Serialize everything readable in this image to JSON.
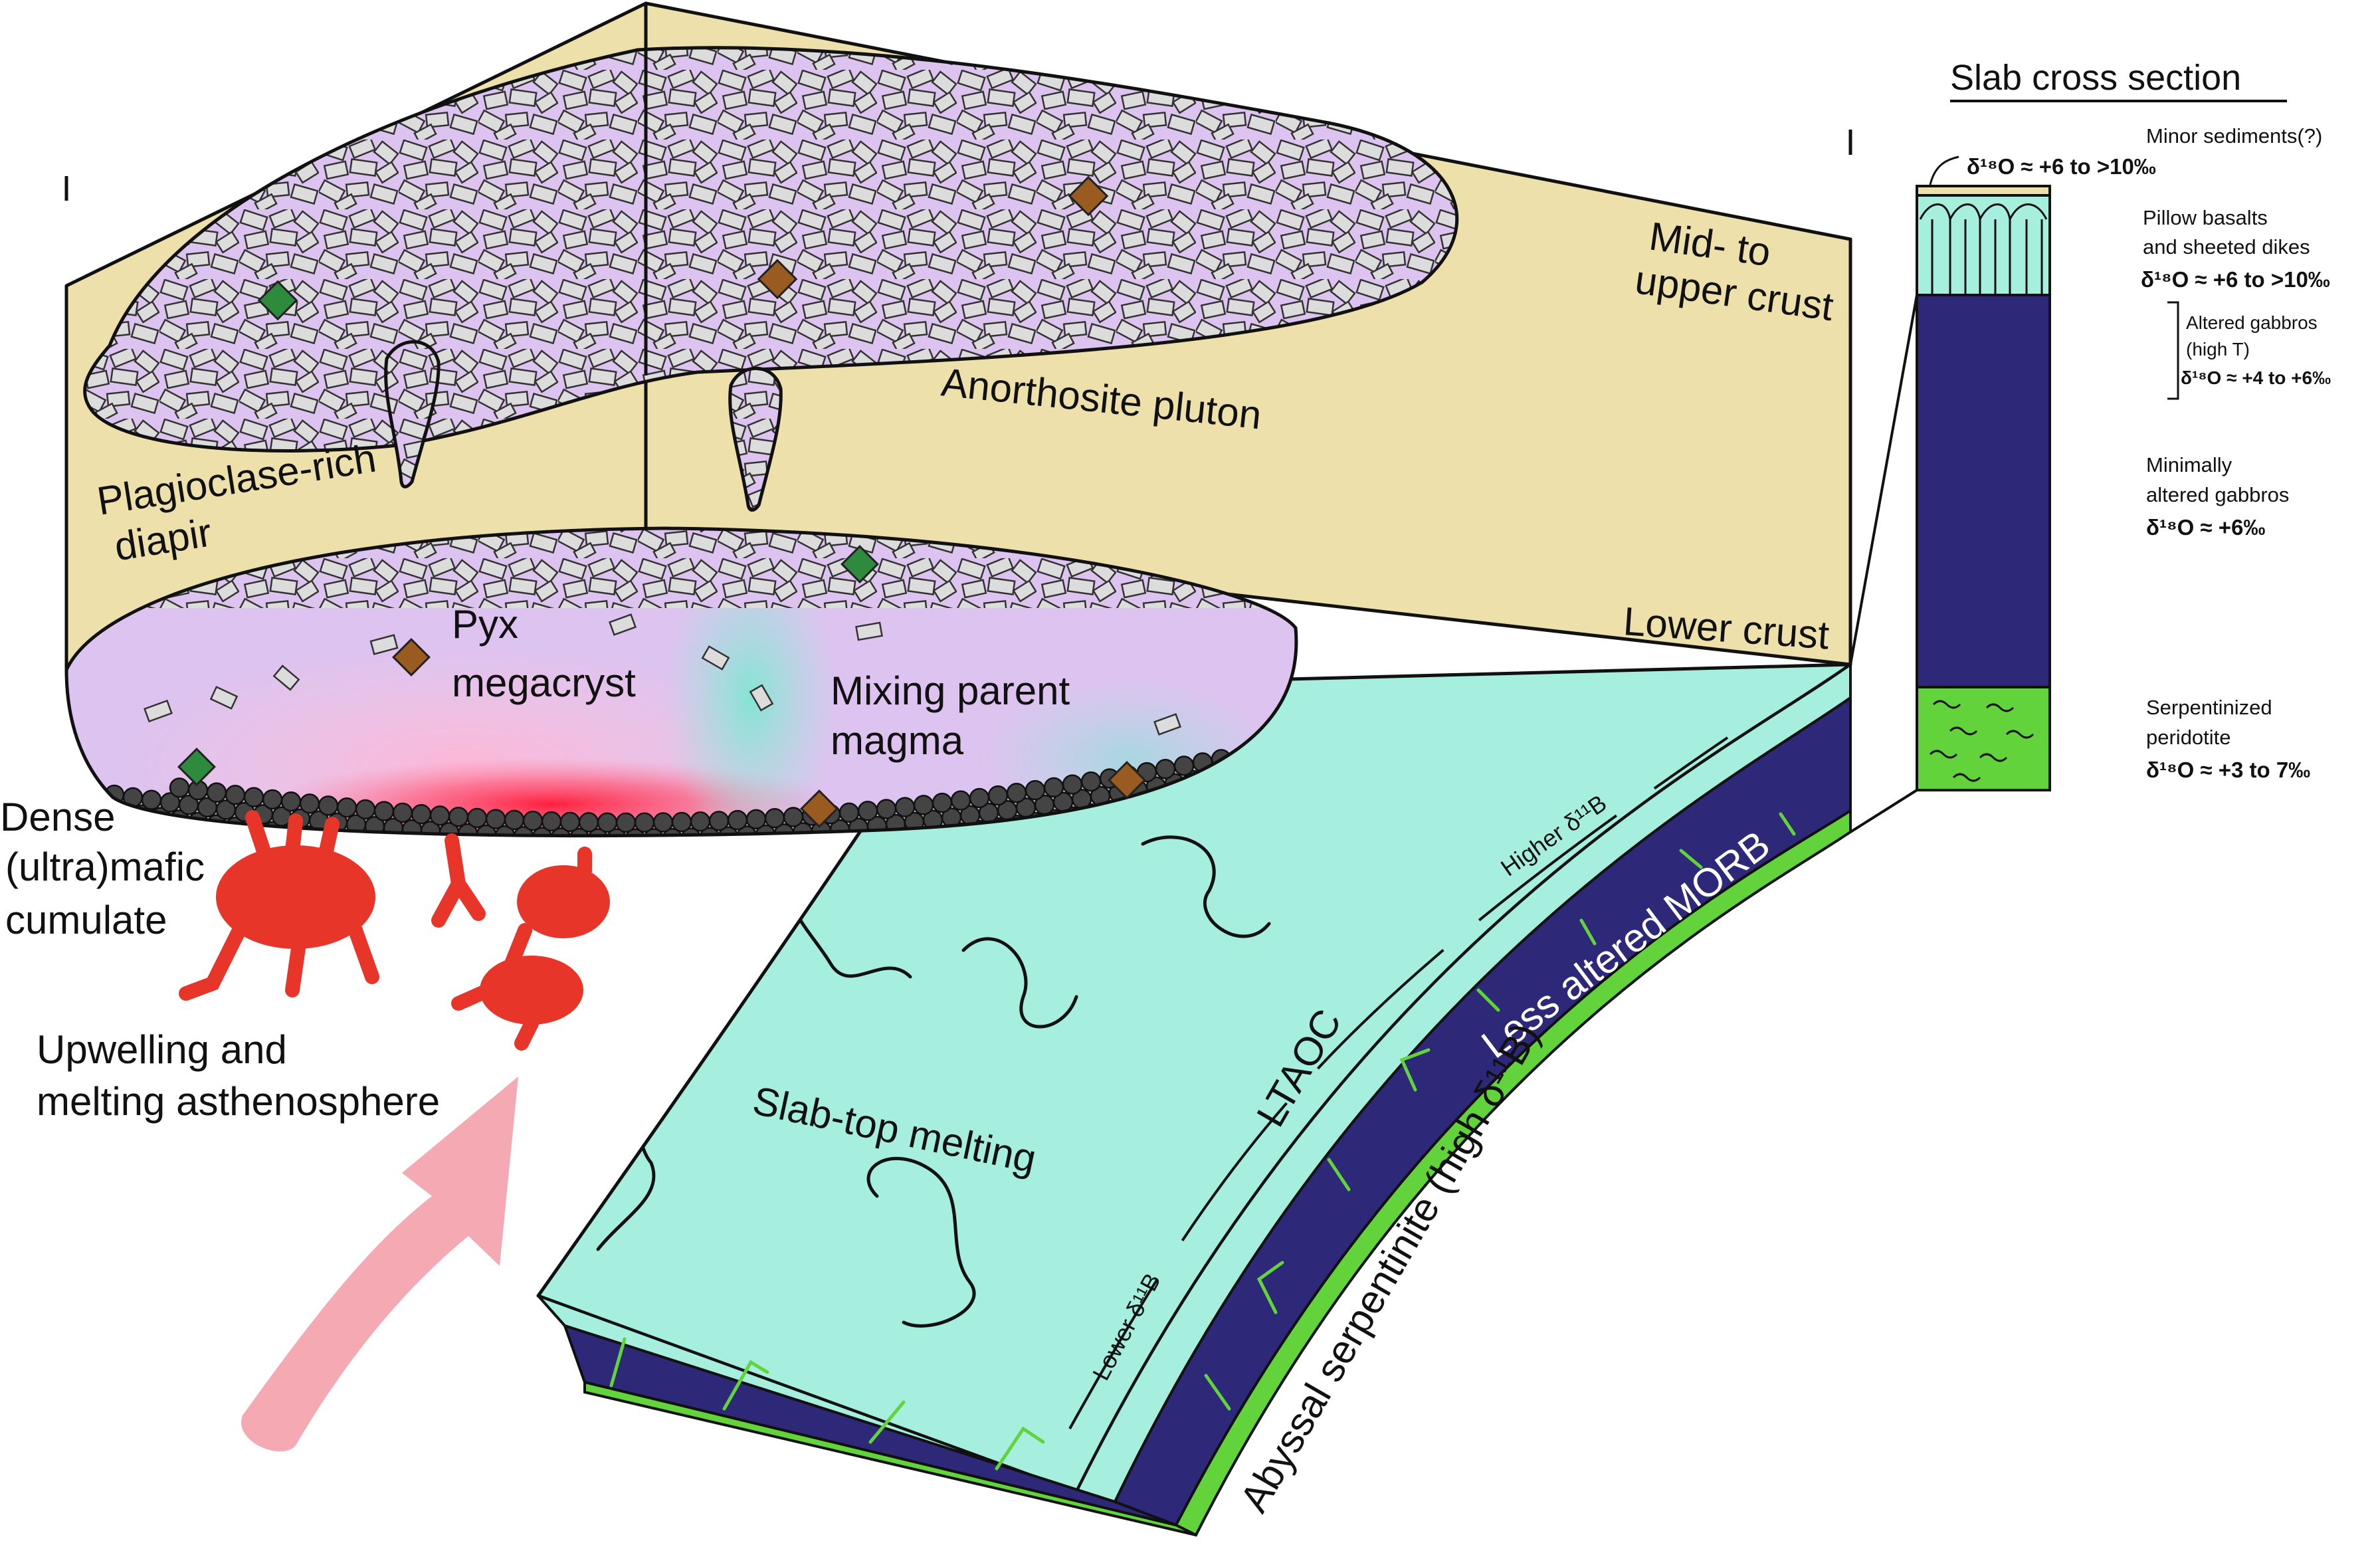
{
  "colors": {
    "crust": "#ede0ab",
    "pluton": "#ddc3ef",
    "crystal": "#dcdcdc",
    "slab_top": "#a6efdf",
    "morb": "#2e2878",
    "serpentinite": "#62d33a",
    "melt": "#e8352a",
    "arrow": "#f5a9b3",
    "pyroxene": "#9a5b20",
    "olivine": "#2e8a3d",
    "cumulate": "#444444"
  },
  "labels": {
    "mid_upper_crust": [
      "Mid- to",
      "upper crust"
    ],
    "anorthosite_pluton": "Anorthosite pluton",
    "plagioclase_diapir": [
      "Plagioclase-rich",
      "diapir"
    ],
    "lower_crust": "Lower crust",
    "pyx_megacryst": [
      "Pyx",
      "megacryst"
    ],
    "mixing_parent_magma": [
      "Mixing parent",
      "magma"
    ],
    "dense_cumulate": [
      "Dense",
      "(ultra)mafic",
      "cumulate"
    ],
    "upwelling": [
      "Upwelling and",
      "melting asthenosphere"
    ],
    "slab_top_melting": "Slab-top melting",
    "ltaoc": "LTAOC",
    "less_altered_morb": "Less altered MORB",
    "abyssal_serpentinite": "Abyssal serpentinite (high δ¹¹B)",
    "higher_boron": "Higher δ¹¹B",
    "lower_boron": "Lower δ¹¹B"
  },
  "cross_section": {
    "title": "Slab cross section",
    "layers": [
      {
        "name": "Minor sediments(?)",
        "value": "δ¹⁸O ≈ +6 to >10‰"
      },
      {
        "name": [
          "Pillow basalts",
          "and sheeted dikes"
        ],
        "value": "δ¹⁸O ≈ +6 to >10‰"
      },
      {
        "name": [
          "Altered gabbros",
          "(high T)"
        ],
        "value": "δ¹⁸O ≈ +4 to +6‰"
      },
      {
        "name": [
          "Minimally",
          "altered gabbros"
        ],
        "value": "δ¹⁸O ≈ +6‰"
      },
      {
        "name": [
          "Serpentinized",
          "peridotite"
        ],
        "value": "δ¹⁸O ≈ +3 to 7‰"
      }
    ]
  }
}
